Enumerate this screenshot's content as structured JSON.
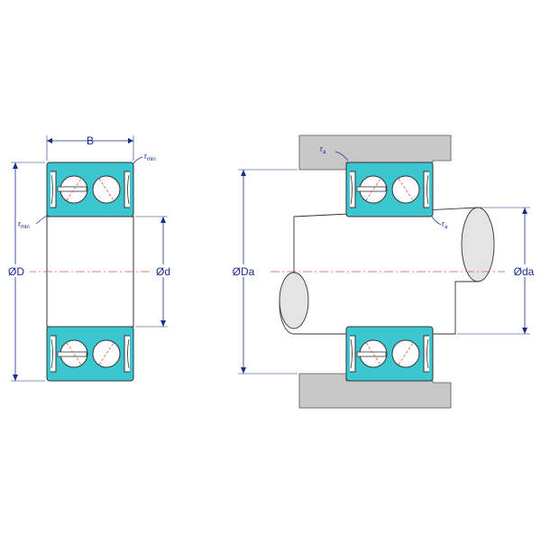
{
  "labels": {
    "B": "B",
    "OD": "ØD",
    "Od": "Ød",
    "ODa": "ØDa",
    "Oda": "Øda",
    "rmin_top_r": "r",
    "rmin_top_sub": "min",
    "rmin_left_r": "r",
    "rmin_left_sub": "min",
    "ra_top_r": "r",
    "ra_top_sub": "a",
    "ra_right_r": "r",
    "ra_right_sub": "a"
  },
  "colors": {
    "ring": "#3cc6cf",
    "outline": "#333333",
    "dimension": "#1b2a8c",
    "centerline": "#d9534f",
    "housing": "#c8c8c8",
    "shaft": "#e4e4e4"
  }
}
